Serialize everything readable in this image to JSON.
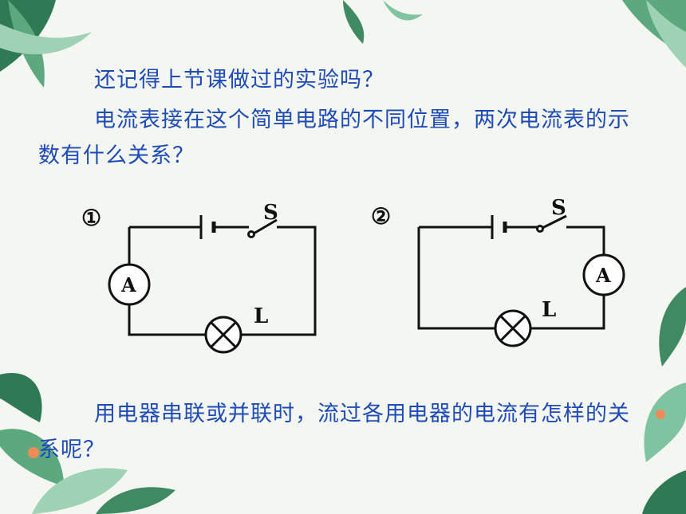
{
  "question1": "还记得上节课做过的实验吗？",
  "question2": "电流表接在这个简单电路的不同位置，两次电流表的示数有什么关系？",
  "question3": "用电器串联或并联时，流过各用电器的电流有怎样的关系呢？",
  "circuit1": {
    "index": "①",
    "switch_label": "S",
    "lamp_label": "L",
    "meter_label": "A"
  },
  "circuit2": {
    "index": "②",
    "switch_label": "S",
    "lamp_label": "L",
    "meter_label": "A"
  },
  "colors": {
    "text": "#1f4bb8",
    "leaf_dark": "#2f7a55",
    "leaf_light": "#7fc3a0",
    "background": "#f4f7f1"
  }
}
